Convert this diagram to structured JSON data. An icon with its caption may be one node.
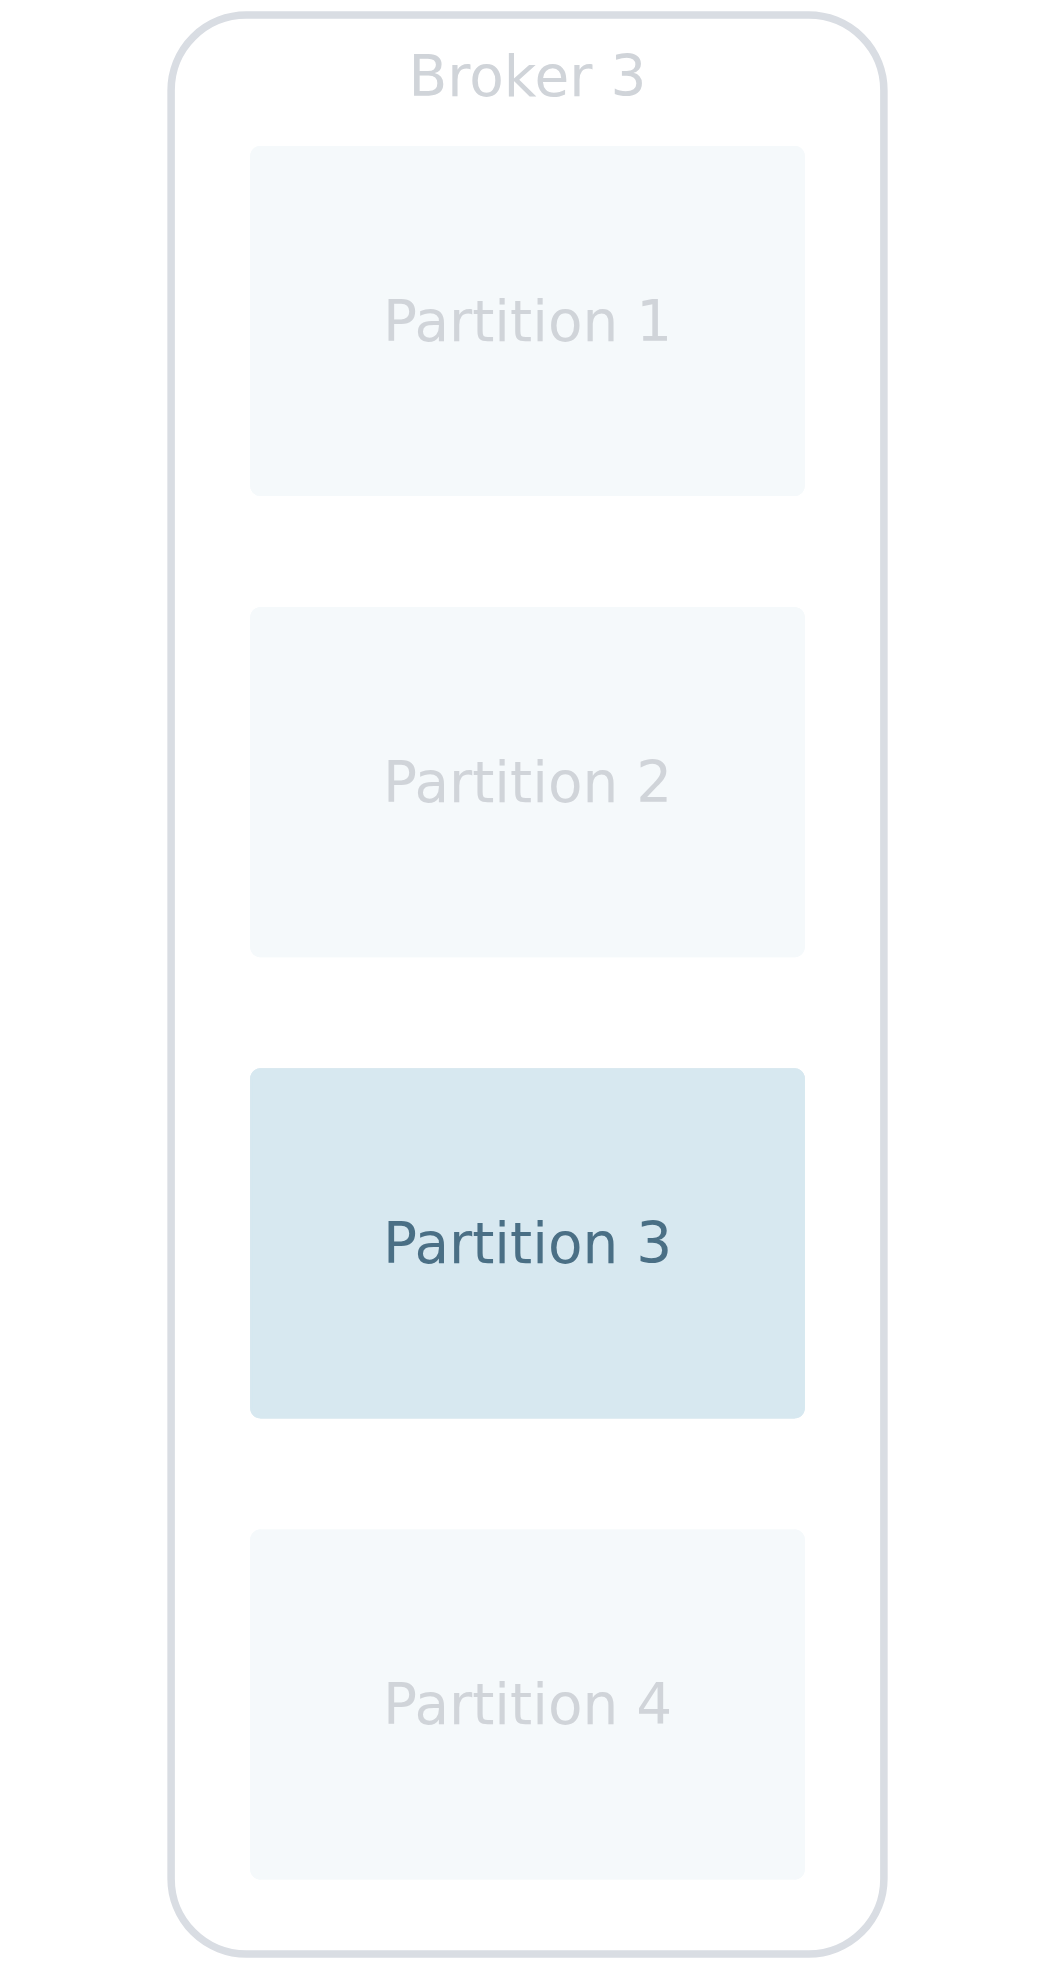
{
  "diagram": {
    "nodes": [
      {
        "text": [
          "Broker 3"
        ]
      },
      {
        "text": [
          "Partition 1"
        ],
        "in": 0
      },
      {
        "text": [
          "Partition 2"
        ],
        "in": 0
      },
      {
        "text": [
          "Partition 3"
        ],
        "in": 0
      },
      {
        "text": [
          "Partition 4"
        ],
        "in": 0
      }
    ],
    "edges": []
  }
}
